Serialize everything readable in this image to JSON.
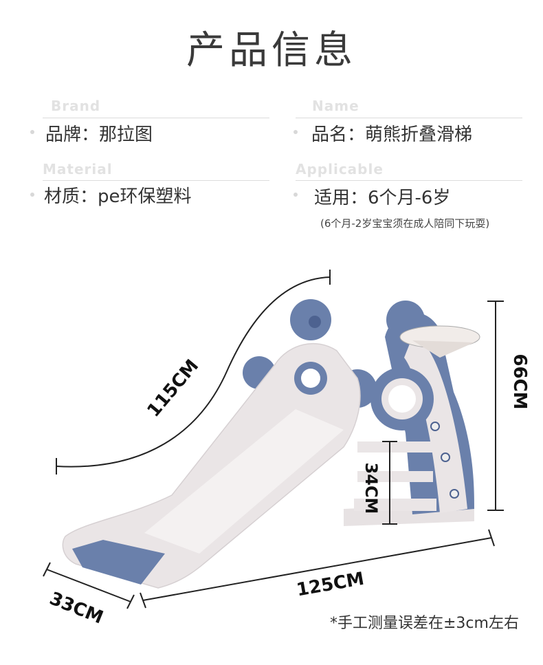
{
  "header": {
    "title": "产品信息"
  },
  "specs": [
    {
      "en": "Brand",
      "label": "品牌：那拉图"
    },
    {
      "en": "Name",
      "label": "品名：萌熊折叠滑梯"
    },
    {
      "en": "Material",
      "label": "材质：pe环保塑料"
    },
    {
      "en": "Applicable",
      "label": "适用：6个月-6岁"
    }
  ],
  "applicable_note": "(6个月-2岁宝宝须在成人陪同下玩耍)",
  "dimensions": {
    "length_slide": "115CM",
    "height_total": "66CM",
    "height_step": "34CM",
    "length_base": "125CM",
    "width": "33CM"
  },
  "footnote": "*手工测量误差在±3cm左右",
  "colors": {
    "slide_blue": "#6a80ab",
    "slide_white": "#eae5e6",
    "text": "#333333"
  }
}
